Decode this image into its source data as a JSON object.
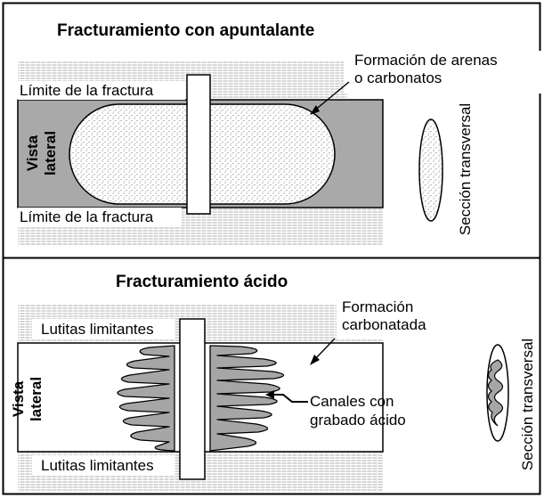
{
  "panel_top": {
    "title": "Fracturamiento con apuntalante",
    "label_formation_line1": "Formación de arenas",
    "label_formation_line2": "o carbonatos",
    "label_limit_top": "Límite de la fractura",
    "label_limit_bottom": "Límite de la fractura",
    "label_side_view_line1": "Vista",
    "label_side_view_line2": "lateral",
    "label_cross_section": "Sección transversal"
  },
  "panel_bottom": {
    "title": "Fracturamiento ácido",
    "label_formation_line1": "Formación",
    "label_formation_line2": "carbonatada",
    "label_shale_top": "Lutitas limitantes",
    "label_shale_bottom": "Lutitas limitantes",
    "label_side_view_line1": "Vista",
    "label_side_view_line2": "lateral",
    "label_channels_line1": "Canales con",
    "label_channels_line2": "grabado ácido",
    "label_cross_section": "Sección transversal"
  },
  "colors": {
    "zone_gray": "#a9a9a9",
    "etch_gray": "#a6a6a6",
    "line": "#000000",
    "hatch": "#8a8a8a"
  }
}
